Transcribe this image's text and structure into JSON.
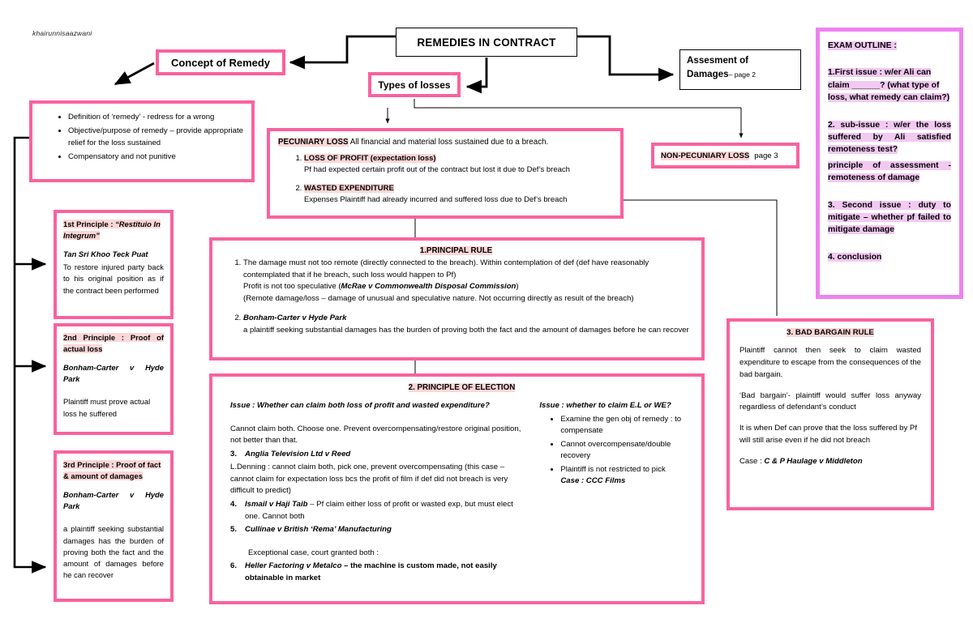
{
  "watermark": "khairunnisaazwani",
  "colors": {
    "pink_border": "#f9629f",
    "purple_border": "#ee82ee",
    "pink_highlight": "#fbd7d6",
    "violet_highlight": "#f2c9f2",
    "connector": "#000000"
  },
  "header": {
    "title": "REMEDIES IN CONTRACT",
    "concept_of_remedy": "Concept of Remedy",
    "types_of_losses": "Types of losses",
    "assessment_title": "Assesment of",
    "assessment_title2": "Damages",
    "assessment_page": "– page 2"
  },
  "definition": {
    "bullets": [
      "Definition of ‘remedy’  - redress for a wrong",
      "Objective/purpose of remedy – provide appropriate relief for the loss sustained",
      "Compensatory and not punitive"
    ]
  },
  "pecuniary": {
    "heading": "PECUNIARY LOSS",
    "heading_rest": "All financial and material loss sustained due to a breach.",
    "items": [
      {
        "label": "LOSS OF PROFIT (expectation loss)",
        "detail": "Pf had expected certain profit out of the contract but lost it due to Def’s breach"
      },
      {
        "label": "WASTED EXPENDITURE",
        "detail": "Expenses Plaintiff had already incurred and suffered loss due to Def’s breach"
      }
    ]
  },
  "nonpecuniary": {
    "label": "NON-PECUNIARY LOSS",
    "page": "page 3"
  },
  "principal_rule": {
    "heading": "1.PRINCIPAL RULE",
    "item1_line1": "The damage must not too remote (directly connected to the breach). Within contemplation of def (def have reasonably contemplated that if he breach, such loss would happen to Pf)",
    "item1_line2_pre": "Profit is not too speculative (",
    "item1_line2_case": "McRae v Commonwealth Disposal Commission",
    "item1_line2_post": ")",
    "item1_line3": "(Remote damage/loss – damage of unusual and speculative nature. Not occurring directly as result of the breach)",
    "item2_case": "Bonham-Carter v Hyde Park",
    "item2_detail": "a plaintiff seeking substantial damages has the burden of proving both the fact and the amount of damages before he can recover"
  },
  "election": {
    "heading": "2. PRINCIPLE OF ELECTION",
    "left": {
      "issue": "Issue : Whether can claim both loss of profit and wasted expenditure?",
      "para1": "Cannot claim both. Choose one. Prevent overcompensating/restore original position, not better than that.",
      "items": [
        {
          "num": "3.",
          "case": "Anglia Television Ltd v Reed",
          "detail": "L.Denning : cannot claim both, pick one, prevent overcompensating (this case – cannot claim for expectation loss bcs the profit of film if def did not breach is very difficult to predict)"
        },
        {
          "num": "4.",
          "case": "Ismail v Haji Taib",
          "detail": " – Pf claim either loss of profit or wasted exp, but must elect one. Cannot both"
        },
        {
          "num": "5.",
          "case": "Cullinae v British ‘Rema’ Manufacturing",
          "detail": ""
        },
        {
          "num": "6.",
          "case": "Heller Factoring v Metalco",
          "detail": " – the machine is custom made, not easily obtainable in market"
        }
      ],
      "exceptional_note": "Exceptional case, court granted both :"
    },
    "right": {
      "issue": "Issue : whether to claim E.L or WE?",
      "bullets": [
        "Examine the gen obj of remedy : to compensate",
        "Cannot overcompensate/double recovery",
        "Plaintiff is not restricted to pick"
      ],
      "case": "Case : CCC Films"
    }
  },
  "bad_bargain": {
    "heading": "3. BAD BARGAIN RULE",
    "paras": [
      "Plaintiff cannot then seek to claim wasted expenditure to escape from the consequences of the bad bargain.",
      "‘Bad bargain’- plaintiff would suffer loss anyway regardless of defendant’s conduct",
      "It is when Def can prove that the loss suffered by Pf will still arise even if he did not breach"
    ],
    "case_label": "Case : ",
    "case_name": "C & P Haulage v Middleton"
  },
  "exam_outline": {
    "heading": "EXAM OUTLINE :",
    "items": [
      "1.First issue : w/er Ali can claim ______? (what type of loss, what remedy can claim?)",
      "2. sub-issue : w/er the loss suffered by Ali satisfied remoteness test?",
      "principle of assessment - remoteness of damage",
      "3. Second issue : duty to mitigate – whether pf failed to mitigate damage",
      "4. conclusion"
    ]
  },
  "principles": [
    {
      "heading_pre": "1st Principle : ",
      "heading_case": "“Restituio In Integrum”",
      "case": "Tan Sri Khoo Teck Puat",
      "body": "To restore injured party back to his original position as if the contract been performed"
    },
    {
      "heading_pre": "2nd Principle : Proof of actual loss",
      "heading_case": "",
      "case": "Bonham-Carter v Hyde Park",
      "body": "Plaintiff must prove actual loss he suffered"
    },
    {
      "heading_pre": "3rd Principle : Proof of fact & amount of damages",
      "heading_case": "",
      "case": "Bonham-Carter v Hyde Park",
      "body": "a plaintiff seeking substantial damages has the burden of proving both the fact and the amount of damages before he can recover"
    }
  ]
}
